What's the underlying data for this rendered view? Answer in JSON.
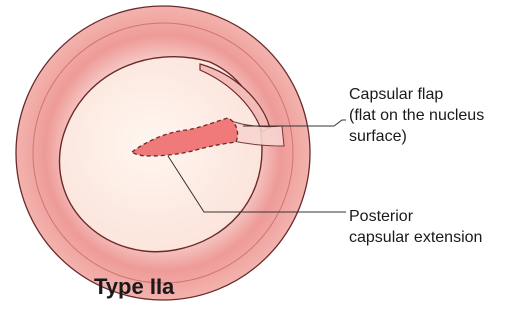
{
  "labels": {
    "capsular_flap": [
      "Capsular flap",
      "(flat on the nucleus",
      "surface)"
    ],
    "posterior_extension": [
      "Posterior",
      "capsular extension"
    ]
  },
  "caption": "Type IIa",
  "colors": {
    "outer_ring": "#e88a8a",
    "ring_inner": "#f6c9c6",
    "nucleus": "#fdeee6",
    "outline": "#6b2a2a",
    "tear_fill": "#f07a7a",
    "leader_line": "#333333"
  }
}
